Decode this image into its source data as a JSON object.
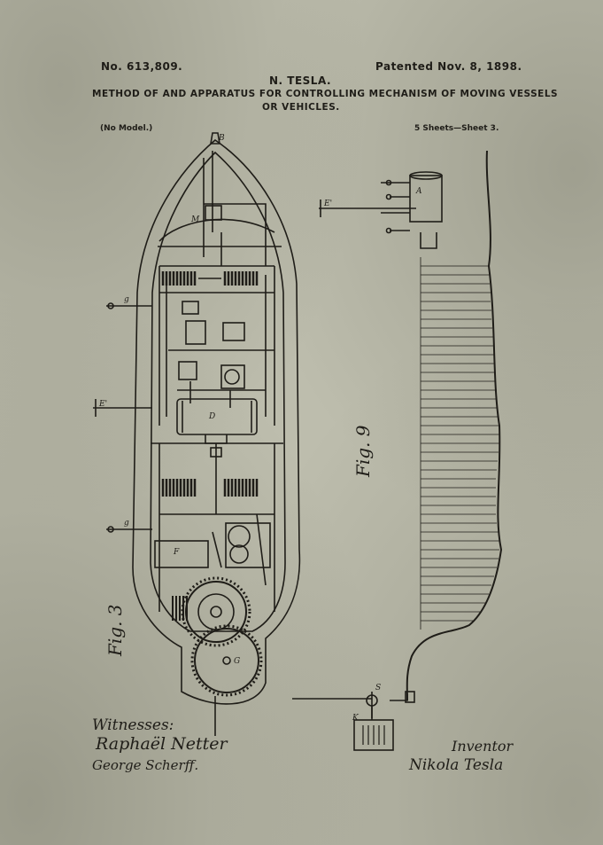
{
  "header": {
    "patent_no": "No. 613,809.",
    "inventor_name": "N. TESLA.",
    "patent_date": "Patented Nov. 8, 1898.",
    "title_line1": "METHOD OF AND APPARATUS FOR CONTROLLING MECHANISM OF MOVING VESSELS",
    "title_line2": "OR VEHICLES.",
    "no_model": "(No Model.)",
    "sheets": "5 Sheets—Sheet 3."
  },
  "figures": {
    "fig3_label": "Fig. 3",
    "fig9_label": "Fig. 9"
  },
  "signatures": {
    "witnesses_label": "Witnesses:",
    "witness1": "Raphaël Netter",
    "witness2": "George Scherff.",
    "inventor_label": "Inventor",
    "inventor_signature": "Nikola Tesla"
  },
  "colors": {
    "paper": "#bdbdad",
    "ink": "#1f1d18"
  }
}
